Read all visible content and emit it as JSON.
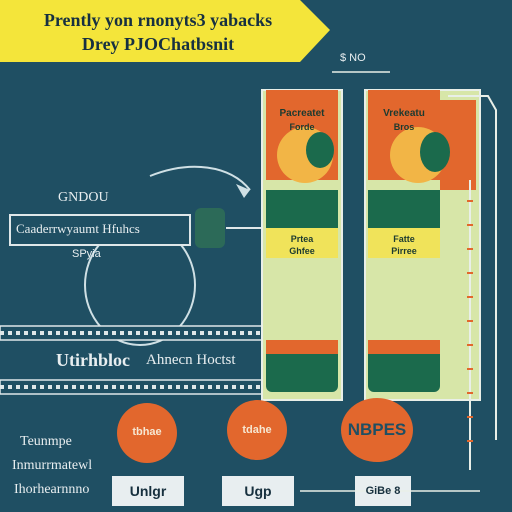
{
  "banner": {
    "line1": "Prently yon rnonyts3 yabacks",
    "line2": "Drey PJOChatbsnit"
  },
  "corner_label": "$ NO",
  "left_panel": {
    "title": "GNDOU",
    "box_text": "Caaderrwyaumt Hfuhcs",
    "sub_text": "SPyia"
  },
  "middle_caption": {
    "left": "Utirhbloc",
    "right": "Ahnecn Hoctst"
  },
  "package_left": {
    "top_label": "Pacreatet",
    "top_sub": "Forde",
    "mid_label": "Prtea",
    "mid_sub": "Ghfee"
  },
  "package_right": {
    "top_label": "Vrekeatu",
    "top_sub": "Bros",
    "mid_label": "Fatte",
    "mid_sub": "Pirree"
  },
  "bottom_left_text": [
    "Teunmpe",
    "Inmurrmatewl",
    "Ihorhearnnno"
  ],
  "circles": [
    {
      "label": "tbhae"
    },
    {
      "label": "tdahe"
    },
    {
      "label": "NBPES"
    }
  ],
  "tags": [
    "Unlgr",
    "Ugp",
    "GiBe 8"
  ],
  "colors": {
    "background": "#1f4f63",
    "banner": "#f4e53a",
    "orange": "#e2672d",
    "green": "#1b6a4c",
    "pale_green": "#d7e6a8",
    "yellow": "#f0e35a"
  }
}
